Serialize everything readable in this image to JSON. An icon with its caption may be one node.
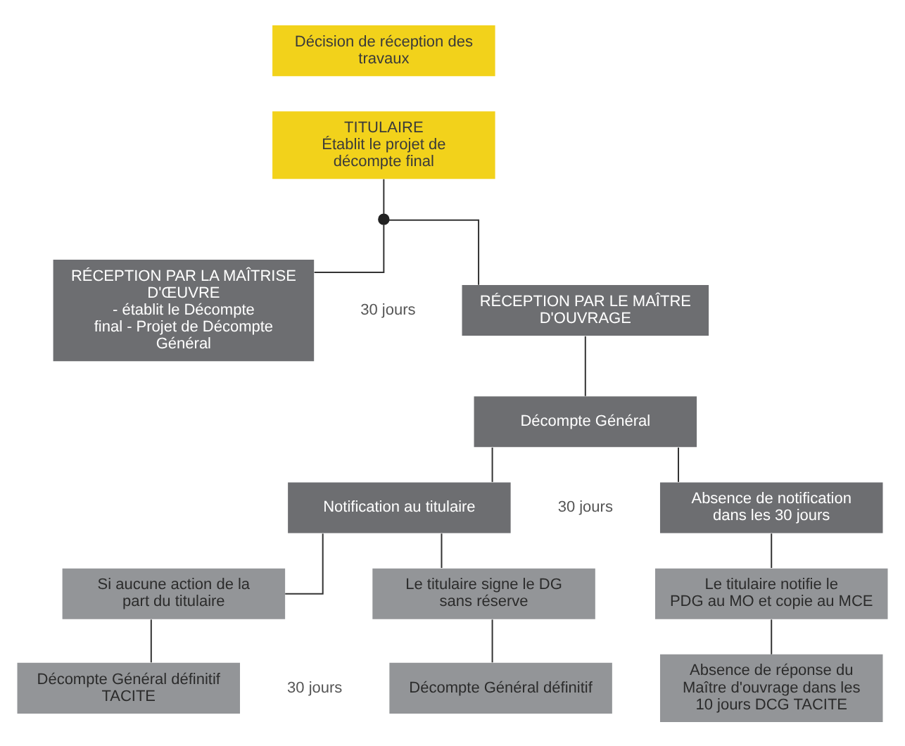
{
  "diagram": {
    "nodes": [
      {
        "text": [
          "Décision de réception des travaux"
        ]
      },
      {
        "text": [
          "TITULAIRE",
          "Établit le projet de décompte final"
        ]
      },
      {
        "text": [],
        "shape": "circle"
      },
      {
        "text": [
          "RÉCEPTION PAR LA MAÎTRISE D'ŒUVRE",
          "- établit le Décompte final - Projet de Décompte Général"
        ]
      },
      {
        "text": [
          "RÉCEPTION PAR LE MAÎTRE D'OUVRAGE"
        ]
      },
      {
        "text": [
          "Décompte Général"
        ]
      },
      {
        "text": [
          "Notification au titulaire"
        ]
      },
      {
        "text": [
          "Absence de notification dans les 30 jours"
        ]
      },
      {
        "text": [
          "Le titulaire signe le DG sans réserve"
        ]
      },
      {
        "text": [
          "Si aucune action de la part du titulaire"
        ]
      },
      {
        "text": [
          "Le titulaire notifie le PDG au MO et copie au MCE"
        ]
      },
      {
        "text": [
          "Décompte Général définitif"
        ]
      },
      {
        "text": [
          "Décompte Général définitif TACITE"
        ]
      },
      {
        "text": [
          "Absence de réponse du Maître d'ouvrage dans les 10 jours DCG TACITE"
        ]
      }
    ],
    "edges": [
      {
        "from": 1,
        "to": 2,
        "arrow": "none"
      },
      {
        "from": 2,
        "to": 3,
        "arrow": "none"
      },
      {
        "from": 2,
        "to": 4,
        "arrow": "none"
      },
      {
        "from": 4,
        "to": 5,
        "arrow": "none"
      },
      {
        "from": 5,
        "to": 6,
        "arrow": "none"
      },
      {
        "from": 5,
        "to": 7,
        "arrow": "none"
      },
      {
        "from": 6,
        "to": 8,
        "arrow": "none"
      },
      {
        "from": 6,
        "to": 9,
        "arrow": "none"
      },
      {
        "from": 7,
        "to": 10,
        "arrow": "none"
      },
      {
        "from": 8,
        "to": 11,
        "arrow": "none"
      },
      {
        "from": 9,
        "to": 12,
        "arrow": "none"
      },
      {
        "from": 10,
        "to": 13,
        "arrow": "none"
      }
    ],
    "labels": [
      "30 jours",
      "30 jours",
      "30 jours"
    ]
  }
}
